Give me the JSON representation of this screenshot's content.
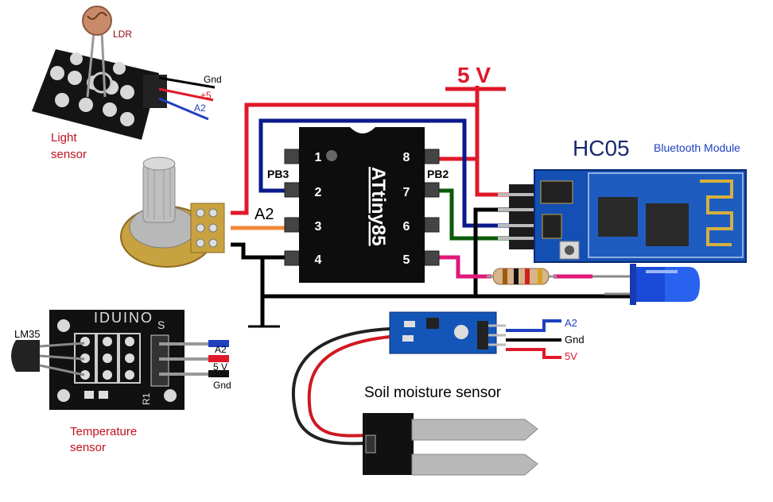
{
  "labels": {
    "ldr": "LDR",
    "light_sensor": [
      "Light",
      "sensor"
    ],
    "ldr_gnd": "Gnd",
    "ldr_plus5": "+5",
    "ldr_a2": "A2",
    "five_v_top": "5 V",
    "chip_name": "ATtiny85",
    "pb3": "PB3",
    "pb2": "PB2",
    "pot_a2": "A2",
    "hc05": "HC05",
    "bluetooth_module": "Bluetooth Module",
    "iduino": "IDUINO",
    "lm35": "LM35",
    "temp_a2": "A2",
    "temp_5v": "5 V",
    "temp_gnd": "Gnd",
    "temp_r1": "R1",
    "temp_s": "S",
    "temperature_sensor": [
      "Temperature",
      "sensor"
    ],
    "soil_a2": "A2",
    "soil_gnd": "Gnd",
    "soil_5v": "5V",
    "soil_title": "Soil moisture sensor"
  },
  "chip_pins": {
    "left": [
      "1",
      "2",
      "3",
      "4"
    ],
    "right": [
      "8",
      "7",
      "6",
      "5"
    ]
  },
  "colors": {
    "red_wire": "#e0182a",
    "blue_wire": "#0a1a8c",
    "green_wire": "#0a5a0a",
    "black_wire": "#000000",
    "orange_wire": "#f08a3a",
    "pink_wire": "#e0187a",
    "label_red": "#c0101e",
    "label_blue": "#2040c0",
    "label_dark_red": "#8a0a14"
  }
}
